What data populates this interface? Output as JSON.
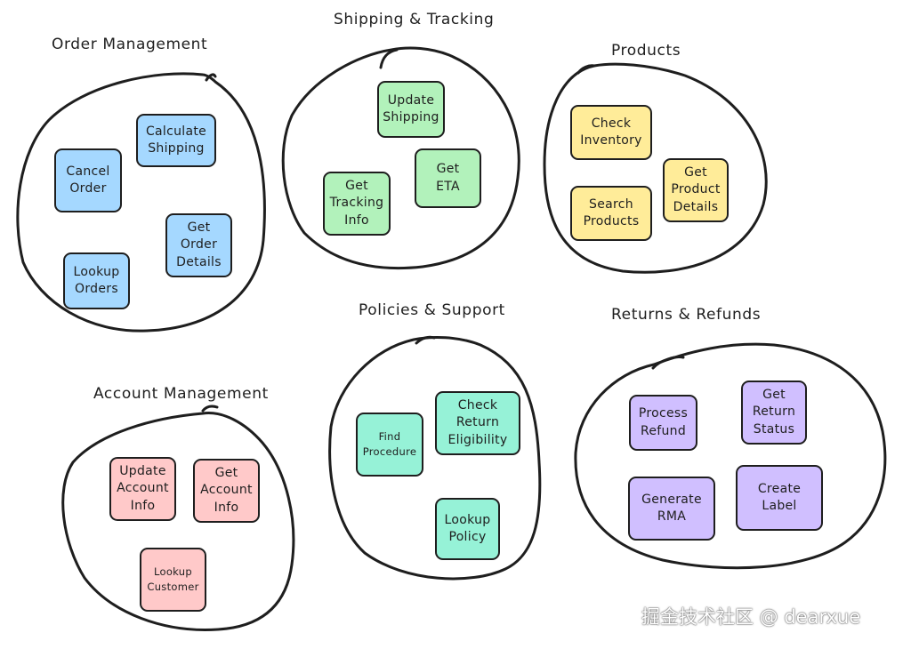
{
  "palette": {
    "stroke": "#1e1e1e",
    "blue": "#a5d8ff",
    "green": "#b2f2bb",
    "yellow": "#ffec99",
    "pink": "#ffc9c9",
    "teal": "#96f2d7",
    "purple": "#d0bfff"
  },
  "groups": {
    "order_management": {
      "title": "Order Management",
      "items": {
        "calculate_shipping": "Calculate\nShipping",
        "cancel_order": "Cancel\nOrder",
        "get_order_details": "Get\nOrder\nDetails",
        "lookup_orders": "Lookup\nOrders"
      }
    },
    "shipping_tracking": {
      "title": "Shipping & Tracking",
      "items": {
        "update_shipping": "Update\nShipping",
        "get_eta": "Get\nETA",
        "get_tracking_info": "Get\nTracking\nInfo"
      }
    },
    "products": {
      "title": "Products",
      "items": {
        "check_inventory": "Check\nInventory",
        "get_product_details": "Get\nProduct\nDetails",
        "search_products": "Search\nProducts"
      }
    },
    "policies_support": {
      "title": "Policies & Support",
      "items": {
        "find_procedure": "Find\nProcedure",
        "check_return_eligibility": "Check\nReturn\nEligibility",
        "lookup_policy": "Lookup\nPolicy"
      }
    },
    "returns_refunds": {
      "title": "Returns & Refunds",
      "items": {
        "process_refund": "Process\nRefund",
        "get_return_status": "Get\nReturn\nStatus",
        "generate_rma": "Generate\nRMA",
        "create_label": "Create\nLabel"
      }
    },
    "account_management": {
      "title": "Account Management",
      "items": {
        "update_account_info": "Update\nAccount\nInfo",
        "get_account_info": "Get\nAccount\nInfo",
        "lookup_customer": "Lookup\nCustomer"
      }
    }
  },
  "watermark": "掘金技术社区 @ dearxue"
}
